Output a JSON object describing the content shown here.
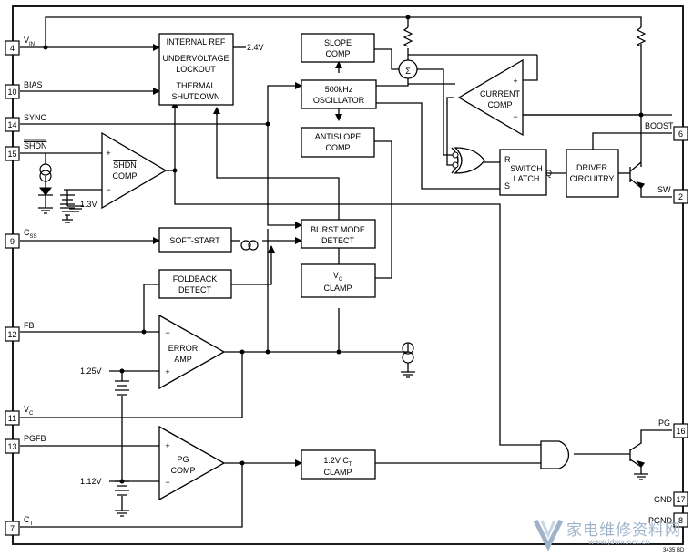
{
  "pins": {
    "vin": {
      "num": "4",
      "label": "V",
      "sub": "IN"
    },
    "bias": {
      "num": "10",
      "label": "BIAS"
    },
    "sync": {
      "num": "14",
      "label": "SYNC"
    },
    "shdn": {
      "num": "15",
      "label": "SHDN"
    },
    "css": {
      "num": "9",
      "label": "C",
      "sub": "SS"
    },
    "fb": {
      "num": "12",
      "label": "FB"
    },
    "vc": {
      "num": "11",
      "label": "V",
      "sub": "C"
    },
    "pgfb": {
      "num": "13",
      "label": "PGFB"
    },
    "ct": {
      "num": "7",
      "label": "C",
      "sub": "T"
    },
    "boost": {
      "num": "6",
      "label": "BOOST"
    },
    "sw": {
      "num": "2",
      "label": "SW"
    },
    "pg": {
      "num": "16",
      "label": "PG"
    },
    "gnd": {
      "num": "17",
      "label": "GND"
    },
    "pgnd": {
      "num": "8",
      "label": "PGND"
    }
  },
  "blocks": {
    "internal_ref": [
      "INTERNAL REF",
      "UNDERVOLTAGE",
      "LOCKOUT",
      "THERMAL",
      "SHUTDOWN"
    ],
    "ref_voltage": "2.4V",
    "slope_comp": [
      "SLOPE",
      "COMP"
    ],
    "oscillator": [
      "500kHz",
      "OSCILLATOR"
    ],
    "antislope": [
      "ANTISLOPE",
      "COMP"
    ],
    "current_comp": [
      "CURRENT",
      "COMP"
    ],
    "switch_latch": [
      "SWITCH",
      "LATCH"
    ],
    "latch_r": "R",
    "latch_s": "S",
    "latch_q": "Q",
    "driver": [
      "DRIVER",
      "CIRCUITRY"
    ],
    "shdn_comp": [
      "SHDN",
      "COMP"
    ],
    "shdn_ref": "1.3V",
    "soft_start": "SOFT-START",
    "foldback": [
      "FOLDBACK",
      "DETECT"
    ],
    "burst": [
      "BURST MODE",
      "DETECT"
    ],
    "vc_clamp": {
      "l1": "V",
      "l1sub": "C",
      "l2": "CLAMP"
    },
    "error_amp": [
      "ERROR",
      "AMP"
    ],
    "error_ref": "1.25V",
    "pg_comp": [
      "PG",
      "COMP"
    ],
    "pg_ref": "1.12V",
    "ct_clamp": {
      "l1": "1.2V C",
      "l1sub": "T",
      "l2": "CLAMP"
    },
    "sigma": "Σ",
    "plus": "+",
    "minus": "−"
  },
  "part_ref": "3435 BD",
  "watermark": {
    "text": "家电维修资料网",
    "sub": "www.jdwx.net.cn"
  }
}
